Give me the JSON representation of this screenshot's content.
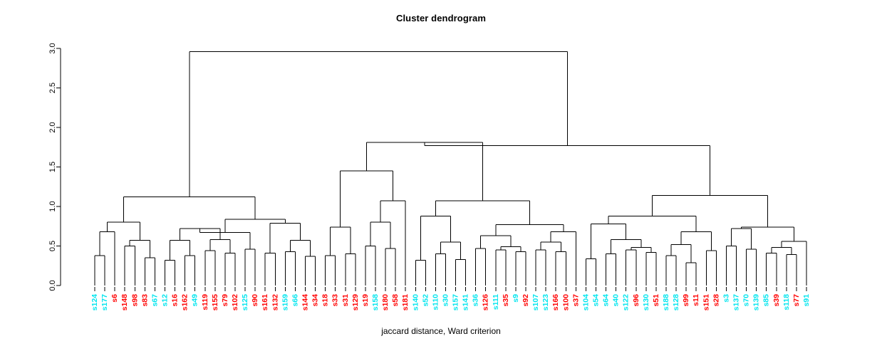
{
  "chart_data": {
    "type": "dendrogram",
    "title": "Cluster dendrogram",
    "xlabel": "jaccard distance, Ward criterion",
    "ylabel": "",
    "ylim": [
      0.0,
      3.0
    ],
    "yticks": [
      0.0,
      0.5,
      1.0,
      1.5,
      2.0,
      2.5,
      3.0
    ],
    "ytick_labels": [
      "0.0",
      "0.5",
      "1.0",
      "1.5",
      "2.0",
      "2.5",
      "3.0"
    ],
    "grid": false,
    "legend": "none",
    "linkage_method": "ward",
    "distance_metric": "jaccard",
    "n_leaves": 72,
    "leaf_label_rotation": 90,
    "leaf_colors": {
      "cyan": "#00e5ee",
      "red": "#ff0000"
    },
    "leaves": [
      {
        "label": "s124",
        "color": "cyan"
      },
      {
        "label": "s177",
        "color": "cyan"
      },
      {
        "label": "s6",
        "color": "red"
      },
      {
        "label": "s148",
        "color": "red"
      },
      {
        "label": "s98",
        "color": "red"
      },
      {
        "label": "s83",
        "color": "red"
      },
      {
        "label": "s67",
        "color": "cyan"
      },
      {
        "label": "s12",
        "color": "cyan"
      },
      {
        "label": "s16",
        "color": "red"
      },
      {
        "label": "s162",
        "color": "red"
      },
      {
        "label": "s49",
        "color": "cyan"
      },
      {
        "label": "s119",
        "color": "red"
      },
      {
        "label": "s155",
        "color": "red"
      },
      {
        "label": "s79",
        "color": "red"
      },
      {
        "label": "s102",
        "color": "red"
      },
      {
        "label": "s125",
        "color": "cyan"
      },
      {
        "label": "s90",
        "color": "red"
      },
      {
        "label": "s161",
        "color": "red"
      },
      {
        "label": "s132",
        "color": "red"
      },
      {
        "label": "s159",
        "color": "cyan"
      },
      {
        "label": "s66",
        "color": "cyan"
      },
      {
        "label": "s144",
        "color": "red"
      },
      {
        "label": "s34",
        "color": "red"
      },
      {
        "label": "s18",
        "color": "red"
      },
      {
        "label": "s33",
        "color": "red"
      },
      {
        "label": "s31",
        "color": "red"
      },
      {
        "label": "s129",
        "color": "red"
      },
      {
        "label": "s19",
        "color": "red"
      },
      {
        "label": "s158",
        "color": "cyan"
      },
      {
        "label": "s180",
        "color": "red"
      },
      {
        "label": "s58",
        "color": "red"
      },
      {
        "label": "s181",
        "color": "red"
      },
      {
        "label": "s140",
        "color": "cyan"
      },
      {
        "label": "s52",
        "color": "cyan"
      },
      {
        "label": "s110",
        "color": "cyan"
      },
      {
        "label": "s30",
        "color": "cyan"
      },
      {
        "label": "s157",
        "color": "cyan"
      },
      {
        "label": "s141",
        "color": "cyan"
      },
      {
        "label": "s36",
        "color": "cyan"
      },
      {
        "label": "s126",
        "color": "red"
      },
      {
        "label": "s111",
        "color": "cyan"
      },
      {
        "label": "s35",
        "color": "red"
      },
      {
        "label": "s9",
        "color": "cyan"
      },
      {
        "label": "s92",
        "color": "red"
      },
      {
        "label": "s107",
        "color": "cyan"
      },
      {
        "label": "s123",
        "color": "cyan"
      },
      {
        "label": "s166",
        "color": "red"
      },
      {
        "label": "s100",
        "color": "red"
      },
      {
        "label": "s37",
        "color": "red"
      },
      {
        "label": "s104",
        "color": "cyan"
      },
      {
        "label": "s54",
        "color": "cyan"
      },
      {
        "label": "s64",
        "color": "cyan"
      },
      {
        "label": "s40",
        "color": "cyan"
      },
      {
        "label": "s122",
        "color": "cyan"
      },
      {
        "label": "s96",
        "color": "red"
      },
      {
        "label": "s130",
        "color": "cyan"
      },
      {
        "label": "s51",
        "color": "red"
      },
      {
        "label": "s188",
        "color": "cyan"
      },
      {
        "label": "s128",
        "color": "cyan"
      },
      {
        "label": "s99",
        "color": "red"
      },
      {
        "label": "s11",
        "color": "red"
      },
      {
        "label": "s151",
        "color": "red"
      },
      {
        "label": "s28",
        "color": "red"
      },
      {
        "label": "s3",
        "color": "cyan"
      },
      {
        "label": "s137",
        "color": "cyan"
      },
      {
        "label": "s70",
        "color": "cyan"
      },
      {
        "label": "s139",
        "color": "cyan"
      },
      {
        "label": "s85",
        "color": "cyan"
      },
      {
        "label": "s39",
        "color": "red"
      },
      {
        "label": "s118",
        "color": "cyan"
      },
      {
        "label": "s77",
        "color": "red"
      },
      {
        "label": "s91",
        "color": "cyan"
      }
    ],
    "merges": [
      {
        "id": 72,
        "left": {
          "leaf": 0
        },
        "right": {
          "leaf": 1
        },
        "height": 0.38
      },
      {
        "id": 73,
        "left": {
          "node": 72
        },
        "right": {
          "leaf": 2
        },
        "height": 0.68
      },
      {
        "id": 74,
        "left": {
          "leaf": 3
        },
        "right": {
          "leaf": 4
        },
        "height": 0.5
      },
      {
        "id": 75,
        "left": {
          "leaf": 5
        },
        "right": {
          "leaf": 6
        },
        "height": 0.35
      },
      {
        "id": 76,
        "left": {
          "node": 74
        },
        "right": {
          "node": 75
        },
        "height": 0.57
      },
      {
        "id": 77,
        "left": {
          "node": 73
        },
        "right": {
          "node": 76
        },
        "height": 0.8
      },
      {
        "id": 78,
        "left": {
          "leaf": 7
        },
        "right": {
          "leaf": 8
        },
        "height": 0.32
      },
      {
        "id": 79,
        "left": {
          "leaf": 9
        },
        "right": {
          "leaf": 10
        },
        "height": 0.38
      },
      {
        "id": 80,
        "left": {
          "node": 78
        },
        "right": {
          "node": 79
        },
        "height": 0.57
      },
      {
        "id": 81,
        "left": {
          "leaf": 11
        },
        "right": {
          "leaf": 12
        },
        "height": 0.44
      },
      {
        "id": 82,
        "left": {
          "leaf": 13
        },
        "right": {
          "leaf": 14
        },
        "height": 0.41
      },
      {
        "id": 83,
        "left": {
          "node": 81
        },
        "right": {
          "node": 82
        },
        "height": 0.58
      },
      {
        "id": 84,
        "left": {
          "node": 80
        },
        "right": {
          "node": 83
        },
        "height": 0.72
      },
      {
        "id": 85,
        "left": {
          "leaf": 15
        },
        "right": {
          "leaf": 16
        },
        "height": 0.46
      },
      {
        "id": 86,
        "left": {
          "node": 84
        },
        "right": {
          "node": 85
        },
        "height": 0.67
      },
      {
        "id": 87,
        "left": {
          "leaf": 17
        },
        "right": {
          "leaf": 18
        },
        "height": 0.41
      },
      {
        "id": 88,
        "left": {
          "leaf": 19
        },
        "right": {
          "leaf": 20
        },
        "height": 0.43
      },
      {
        "id": 89,
        "left": {
          "leaf": 21
        },
        "right": {
          "leaf": 22
        },
        "height": 0.37
      },
      {
        "id": 90,
        "left": {
          "node": 88
        },
        "right": {
          "node": 89
        },
        "height": 0.57
      },
      {
        "id": 91,
        "left": {
          "node": 87
        },
        "right": {
          "node": 90
        },
        "height": 0.79
      },
      {
        "id": 92,
        "left": {
          "node": 86
        },
        "right": {
          "node": 91
        },
        "height": 0.84
      },
      {
        "id": 93,
        "left": {
          "node": 77
        },
        "right": {
          "node": 92
        },
        "height": 1.12
      },
      {
        "id": 94,
        "left": {
          "leaf": 23
        },
        "right": {
          "leaf": 24
        },
        "height": 0.38
      },
      {
        "id": 95,
        "left": {
          "leaf": 25
        },
        "right": {
          "leaf": 26
        },
        "height": 0.4
      },
      {
        "id": 96,
        "left": {
          "node": 94
        },
        "right": {
          "node": 95
        },
        "height": 0.74
      },
      {
        "id": 97,
        "left": {
          "leaf": 27
        },
        "right": {
          "leaf": 28
        },
        "height": 0.5
      },
      {
        "id": 98,
        "left": {
          "leaf": 29
        },
        "right": {
          "leaf": 30
        },
        "height": 0.47
      },
      {
        "id": 99,
        "left": {
          "node": 97
        },
        "right": {
          "node": 98
        },
        "height": 0.8
      },
      {
        "id": 100,
        "left": {
          "node": 99
        },
        "right": {
          "leaf": 31
        },
        "height": 1.07
      },
      {
        "id": 101,
        "left": {
          "node": 96
        },
        "right": {
          "node": 100
        },
        "height": 1.45
      },
      {
        "id": 102,
        "left": {
          "leaf": 32
        },
        "right": {
          "leaf": 33
        },
        "height": 0.32
      },
      {
        "id": 103,
        "left": {
          "leaf": 34
        },
        "right": {
          "leaf": 35
        },
        "height": 0.4
      },
      {
        "id": 104,
        "left": {
          "leaf": 36
        },
        "right": {
          "leaf": 37
        },
        "height": 0.33
      },
      {
        "id": 105,
        "left": {
          "node": 103
        },
        "right": {
          "node": 104
        },
        "height": 0.55
      },
      {
        "id": 106,
        "left": {
          "node": 102
        },
        "right": {
          "node": 105
        },
        "height": 0.88
      },
      {
        "id": 107,
        "left": {
          "leaf": 38
        },
        "right": {
          "leaf": 39
        },
        "height": 0.47
      },
      {
        "id": 108,
        "left": {
          "leaf": 40
        },
        "right": {
          "leaf": 41
        },
        "height": 0.45
      },
      {
        "id": 109,
        "left": {
          "leaf": 42
        },
        "right": {
          "leaf": 43
        },
        "height": 0.43
      },
      {
        "id": 110,
        "left": {
          "node": 108
        },
        "right": {
          "node": 109
        },
        "height": 0.49
      },
      {
        "id": 111,
        "left": {
          "node": 107
        },
        "right": {
          "node": 110
        },
        "height": 0.63
      },
      {
        "id": 112,
        "left": {
          "leaf": 44
        },
        "right": {
          "leaf": 45
        },
        "height": 0.45
      },
      {
        "id": 113,
        "left": {
          "leaf": 46
        },
        "right": {
          "leaf": 47
        },
        "height": 0.43
      },
      {
        "id": 114,
        "left": {
          "node": 112
        },
        "right": {
          "node": 113
        },
        "height": 0.55
      },
      {
        "id": 115,
        "left": {
          "node": 114
        },
        "right": {
          "leaf": 48
        },
        "height": 0.68
      },
      {
        "id": 116,
        "left": {
          "node": 111
        },
        "right": {
          "node": 115
        },
        "height": 0.77
      },
      {
        "id": 117,
        "left": {
          "node": 106
        },
        "right": {
          "node": 116
        },
        "height": 1.07
      },
      {
        "id": 118,
        "left": {
          "node": 101
        },
        "right": {
          "node": 117
        },
        "height": 1.81
      },
      {
        "id": 119,
        "left": {
          "leaf": 49
        },
        "right": {
          "leaf": 50
        },
        "height": 0.34
      },
      {
        "id": 120,
        "left": {
          "leaf": 51
        },
        "right": {
          "leaf": 52
        },
        "height": 0.4
      },
      {
        "id": 121,
        "left": {
          "leaf": 53
        },
        "right": {
          "leaf": 54
        },
        "height": 0.45
      },
      {
        "id": 122,
        "left": {
          "leaf": 55
        },
        "right": {
          "leaf": 56
        },
        "height": 0.42
      },
      {
        "id": 123,
        "left": {
          "node": 121
        },
        "right": {
          "node": 122
        },
        "height": 0.48
      },
      {
        "id": 124,
        "left": {
          "node": 120
        },
        "right": {
          "node": 123
        },
        "height": 0.58
      },
      {
        "id": 125,
        "left": {
          "node": 119
        },
        "right": {
          "node": 124
        },
        "height": 0.78
      },
      {
        "id": 126,
        "left": {
          "leaf": 57
        },
        "right": {
          "leaf": 58
        },
        "height": 0.38
      },
      {
        "id": 127,
        "left": {
          "leaf": 59
        },
        "right": {
          "leaf": 60
        },
        "height": 0.29
      },
      {
        "id": 128,
        "left": {
          "node": 126
        },
        "right": {
          "node": 127
        },
        "height": 0.52
      },
      {
        "id": 129,
        "left": {
          "leaf": 61
        },
        "right": {
          "leaf": 62
        },
        "height": 0.44
      },
      {
        "id": 130,
        "left": {
          "node": 128
        },
        "right": {
          "node": 129
        },
        "height": 0.68
      },
      {
        "id": 131,
        "left": {
          "node": 125
        },
        "right": {
          "node": 130
        },
        "height": 0.88
      },
      {
        "id": 132,
        "left": {
          "leaf": 63
        },
        "right": {
          "leaf": 64
        },
        "height": 0.5
      },
      {
        "id": 133,
        "left": {
          "leaf": 65
        },
        "right": {
          "leaf": 66
        },
        "height": 0.46
      },
      {
        "id": 134,
        "left": {
          "node": 132
        },
        "right": {
          "node": 133
        },
        "height": 0.72
      },
      {
        "id": 135,
        "left": {
          "leaf": 67
        },
        "right": {
          "leaf": 68
        },
        "height": 0.41
      },
      {
        "id": 136,
        "left": {
          "leaf": 69
        },
        "right": {
          "leaf": 70
        },
        "height": 0.39
      },
      {
        "id": 137,
        "left": {
          "node": 135
        },
        "right": {
          "node": 136
        },
        "height": 0.48
      },
      {
        "id": 138,
        "left": {
          "node": 137
        },
        "right": {
          "leaf": 71
        },
        "height": 0.56
      },
      {
        "id": 139,
        "left": {
          "node": 134
        },
        "right": {
          "node": 138
        },
        "height": 0.74
      },
      {
        "id": 140,
        "left": {
          "node": 131
        },
        "right": {
          "node": 139
        },
        "height": 1.14
      },
      {
        "id": 141,
        "left": {
          "node": 118
        },
        "right": {
          "node": 140
        },
        "height": 1.77
      },
      {
        "id": 142,
        "left": {
          "node": 93
        },
        "right": {
          "node": 141
        },
        "height": 2.96
      }
    ]
  },
  "style": {
    "line_color": "#000000",
    "axis_color": "#000000",
    "background": "#ffffff"
  }
}
